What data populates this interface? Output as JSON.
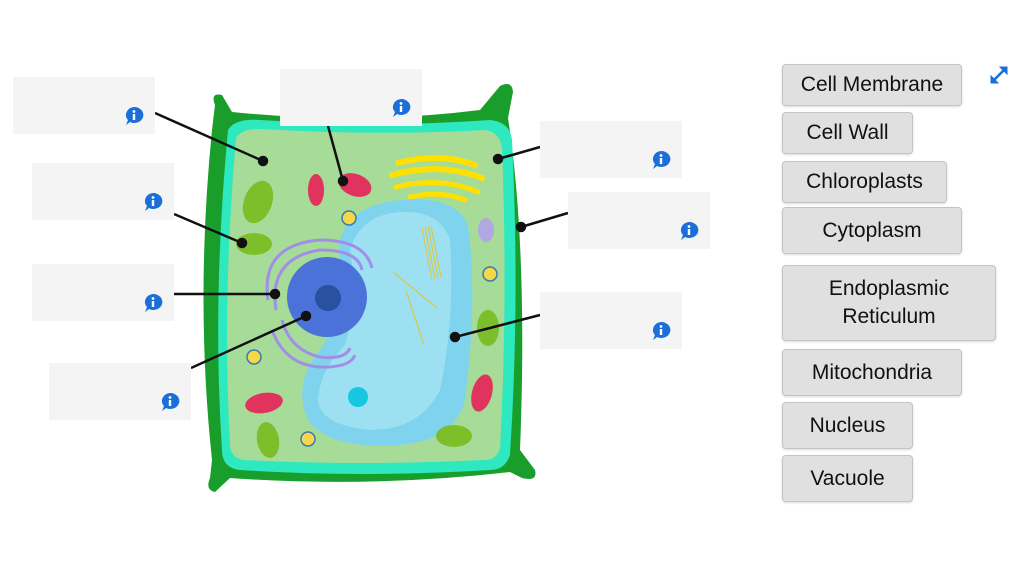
{
  "drop_zones": [
    {
      "id": "zone-1",
      "value": "",
      "icon": "info-icon"
    },
    {
      "id": "zone-2",
      "value": "",
      "icon": "info-icon"
    },
    {
      "id": "zone-3",
      "value": "",
      "icon": "info-icon"
    },
    {
      "id": "zone-4",
      "value": "",
      "icon": "info-icon"
    },
    {
      "id": "zone-5",
      "value": "",
      "icon": "info-icon"
    },
    {
      "id": "zone-6",
      "value": "",
      "icon": "info-icon"
    },
    {
      "id": "zone-7",
      "value": "",
      "icon": "info-icon"
    },
    {
      "id": "zone-8",
      "value": "",
      "icon": "info-icon"
    }
  ],
  "word_bank": [
    {
      "label": "Cell Membrane"
    },
    {
      "label": "Cell Wall"
    },
    {
      "label": "Chloroplasts"
    },
    {
      "label": "Cytoplasm"
    },
    {
      "label": "Endoplasmic Reticulum"
    },
    {
      "label": "Mitochondria"
    },
    {
      "label": "Nucleus"
    },
    {
      "label": "Vacuole"
    }
  ],
  "toolbar": {
    "expand_icon": "expand-icon"
  },
  "colors": {
    "info": "#1a6fd8",
    "zone": "#f4f4f4",
    "word": "#e0e0e0",
    "wall": "#1a9e2b",
    "membrane": "#2ee8c0",
    "cytoplasm": "#a6dc98"
  }
}
